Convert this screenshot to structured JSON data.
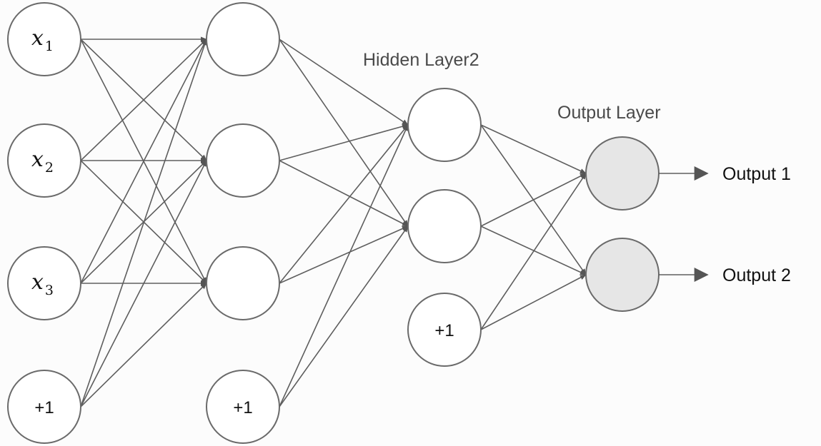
{
  "diagram": {
    "type": "feedforward-neural-network",
    "colors": {
      "background": "#fcfcfc",
      "edge": "#5e5e5e",
      "node_stroke": "#6a6a6a",
      "hidden_fill": "#ffffff",
      "output_fill": "#e6e6e6"
    },
    "layers": [
      {
        "id": "input",
        "title": "",
        "nodes": [
          {
            "id": "x1",
            "label": "x",
            "sub": "1",
            "kind": "input"
          },
          {
            "id": "x2",
            "label": "x",
            "sub": "2",
            "kind": "input"
          },
          {
            "id": "x3",
            "label": "x",
            "sub": "3",
            "kind": "input"
          },
          {
            "id": "b1",
            "label": "+1",
            "sub": "",
            "kind": "bias"
          }
        ]
      },
      {
        "id": "hidden1",
        "title": "",
        "nodes": [
          {
            "id": "h1_1",
            "label": "",
            "sub": "",
            "kind": "hidden"
          },
          {
            "id": "h1_2",
            "label": "",
            "sub": "",
            "kind": "hidden"
          },
          {
            "id": "h1_3",
            "label": "",
            "sub": "",
            "kind": "hidden"
          },
          {
            "id": "b2",
            "label": "+1",
            "sub": "",
            "kind": "bias"
          }
        ]
      },
      {
        "id": "hidden2",
        "title": "Hidden Layer2",
        "nodes": [
          {
            "id": "h2_1",
            "label": "",
            "sub": "",
            "kind": "hidden"
          },
          {
            "id": "h2_2",
            "label": "",
            "sub": "",
            "kind": "hidden"
          },
          {
            "id": "b3",
            "label": "+1",
            "sub": "",
            "kind": "bias"
          }
        ]
      },
      {
        "id": "output",
        "title": "Output Layer",
        "nodes": [
          {
            "id": "o1",
            "label": "",
            "sub": "",
            "kind": "output"
          },
          {
            "id": "o2",
            "label": "",
            "sub": "",
            "kind": "output"
          }
        ]
      }
    ],
    "connections": [
      {
        "from": "input",
        "to": "hidden1",
        "targets": [
          "h1_1",
          "h1_2",
          "h1_3"
        ]
      },
      {
        "from": "hidden1",
        "to": "hidden2",
        "targets": [
          "h2_1",
          "h2_2"
        ]
      },
      {
        "from": "hidden2",
        "to": "output",
        "targets": [
          "o1",
          "o2"
        ]
      }
    ],
    "outputs": [
      {
        "node": "o1",
        "label": "Output 1"
      },
      {
        "node": "o2",
        "label": "Output 2"
      }
    ]
  }
}
